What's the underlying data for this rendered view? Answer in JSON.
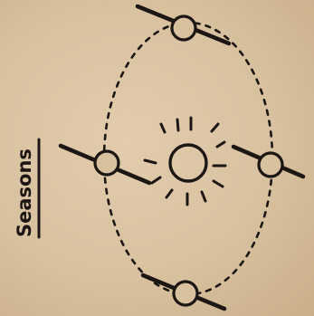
{
  "title": "Seasons",
  "colors": {
    "paper": "#d8c19f",
    "ink": "#1c1714"
  },
  "diagram": {
    "center_body": "sun",
    "orbiting_body": "earth",
    "orbit_style": "dashed",
    "earth_positions": [
      "top",
      "left",
      "right",
      "bottom"
    ]
  }
}
